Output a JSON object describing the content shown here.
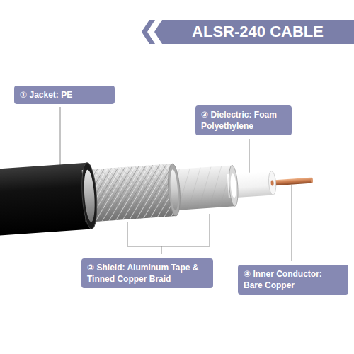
{
  "diagram": {
    "title": "ALSR-240 CABLE",
    "nodes": [
      {
        "text": [
          "① Jacket: PE"
        ]
      },
      {
        "text": [
          "③ Dielectric: Foam Polyethylene"
        ]
      },
      {
        "text": [
          "② Shield: Aluminum Tape & Tinned Copper Braid"
        ]
      },
      {
        "text": [
          "④ Inner Conductor: Bare Copper"
        ]
      }
    ]
  }
}
